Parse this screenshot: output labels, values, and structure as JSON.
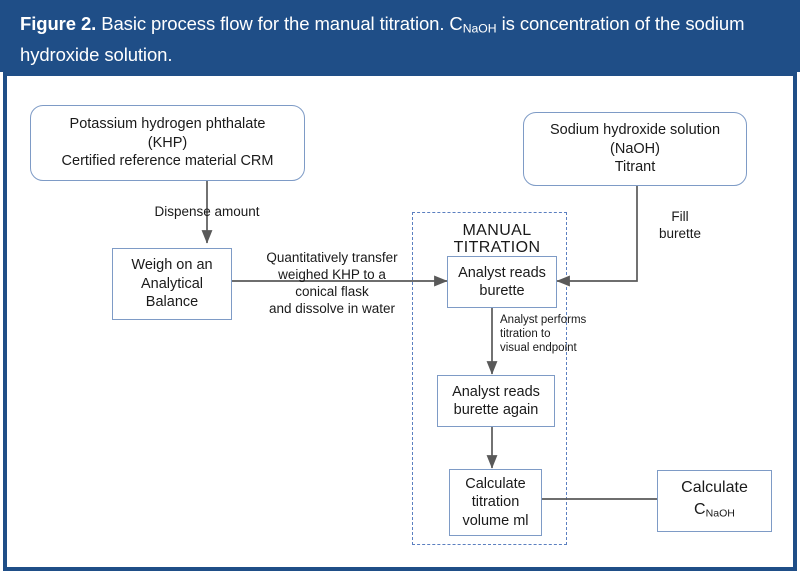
{
  "caption": {
    "lead": "Figure 2.",
    "text_before_sub": " Basic process flow for the manual titration. C",
    "sub": "NaOH",
    "text_after_sub": " is concentration of the sodium hydroxide solution."
  },
  "colors": {
    "caption_background": "#1f4e87",
    "caption_text": "#ffffff",
    "frame_border": "#1f4e87",
    "box_border": "#7e9bc6",
    "dashed_border": "#5b7fc0",
    "connector": "#595959",
    "text": "#1a1a1a"
  },
  "diagram": {
    "group_label": "MANUAL TITRATION",
    "boxes": {
      "khp": {
        "line1": "Potassium hydrogen phthalate",
        "line2": "(KHP)",
        "line3": "Certified reference material CRM"
      },
      "naoh": {
        "line1": "Sodium hydroxide solution",
        "line2": "(NaOH)",
        "line3": "Titrant"
      },
      "weigh": {
        "line1": "Weigh on an",
        "line2": "Analytical",
        "line3": "Balance"
      },
      "reads_burette": {
        "line1": "Analyst reads",
        "line2": "burette"
      },
      "reads_burette_again": {
        "line1": "Analyst reads",
        "line2": "burette again"
      },
      "calc_volume": {
        "line1": "Calculate",
        "line2": "titration",
        "line3": "volume ml"
      },
      "calc_conc": {
        "line1": "Calculate",
        "line2_prefix": "C",
        "line2_sub": "NaOH"
      }
    },
    "edge_labels": {
      "dispense": "Dispense  amount",
      "transfer": "Quantitatively transfer\nweighed KHP to a\nconical flask\nand dissolve in water",
      "fill_burette": "Fill\nburette",
      "performs_titration": "Analyst performs\ntitration to\nvisual endpoint"
    }
  }
}
